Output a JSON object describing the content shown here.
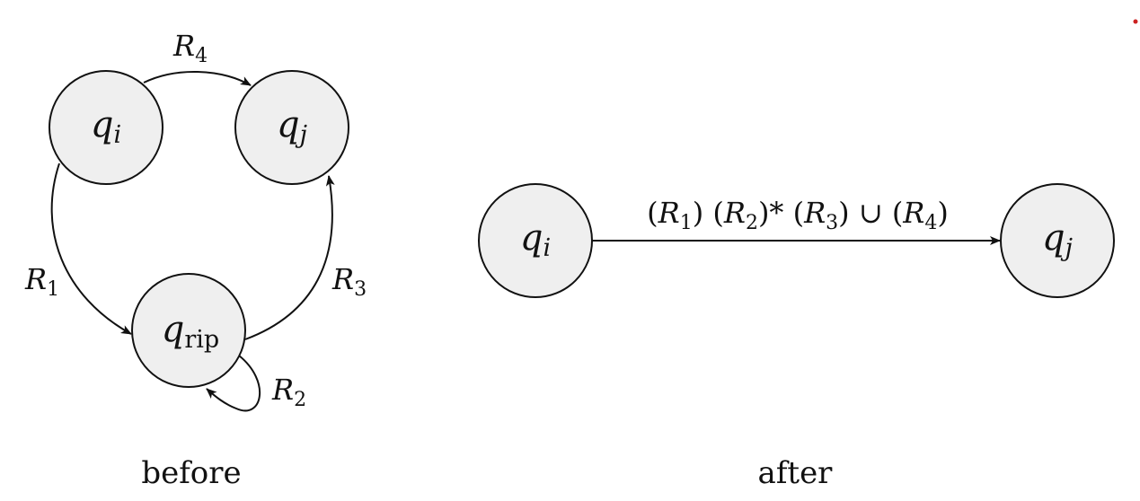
{
  "colors": {
    "node_fill": "#efefef",
    "stroke": "#111111",
    "corner_dot": "#cc2222"
  },
  "before": {
    "caption": "before",
    "states": {
      "qi": {
        "base": "q",
        "sub": "i"
      },
      "qj": {
        "base": "q",
        "sub": "j"
      },
      "qrip": {
        "base": "q",
        "sub": "rip"
      }
    },
    "edges": {
      "r4": {
        "base": "R",
        "sub": "4"
      },
      "r1": {
        "base": "R",
        "sub": "1"
      },
      "r3": {
        "base": "R",
        "sub": "3"
      },
      "r2": {
        "base": "R",
        "sub": "2"
      }
    }
  },
  "after": {
    "caption": "after",
    "states": {
      "qi": {
        "base": "q",
        "sub": "i"
      },
      "qj": {
        "base": "q",
        "sub": "j"
      }
    },
    "edge_label": {
      "p1_open": "(",
      "r1_base": "R",
      "r1_sub": "1",
      "p1_close": ") (",
      "r2_base": "R",
      "r2_sub": "2",
      "p2_close": ")* (",
      "r3_base": "R",
      "r3_sub": "3",
      "union": ") ∪ (",
      "r4_base": "R",
      "r4_sub": "4",
      "end": ")"
    }
  }
}
